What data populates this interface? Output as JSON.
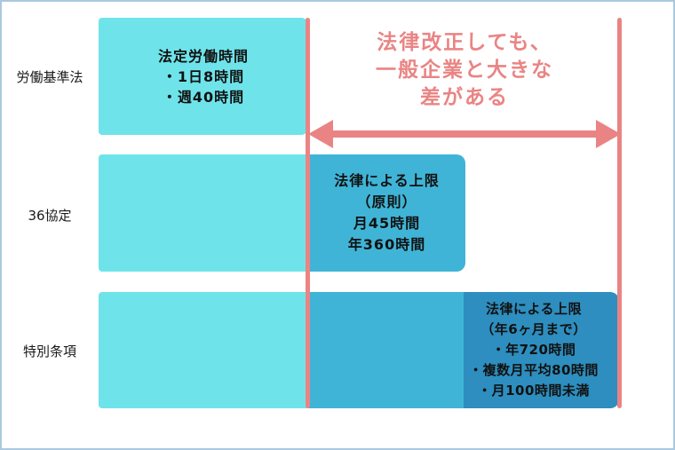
{
  "colors": {
    "light_cyan": "#6ee4ea",
    "mid_blue": "#40b4d6",
    "dark_blue": "#2d8ebf",
    "salmon": "#ea8484",
    "frame_border": "#a9c8e0"
  },
  "rows": [
    {
      "label": "労働基準法"
    },
    {
      "label": "36協定"
    },
    {
      "label": "特別条項"
    }
  ],
  "boxes": {
    "labor_standards": {
      "lines": [
        "法定労働時間",
        "・1日8時間",
        "・週40時間"
      ]
    },
    "agreement_36": {
      "lines": [
        "法律による上限",
        "（原則）",
        "月45時間",
        "年360時間"
      ]
    },
    "special_clause": {
      "lines": [
        "法律による上限",
        "（年6ヶ月まで）",
        "・年720時間",
        "・複数月平均80時間",
        "・月100時間未満"
      ]
    }
  },
  "callout": {
    "lines": [
      "法律改正しても、",
      "一般企業と大きな",
      "差がある"
    ]
  }
}
